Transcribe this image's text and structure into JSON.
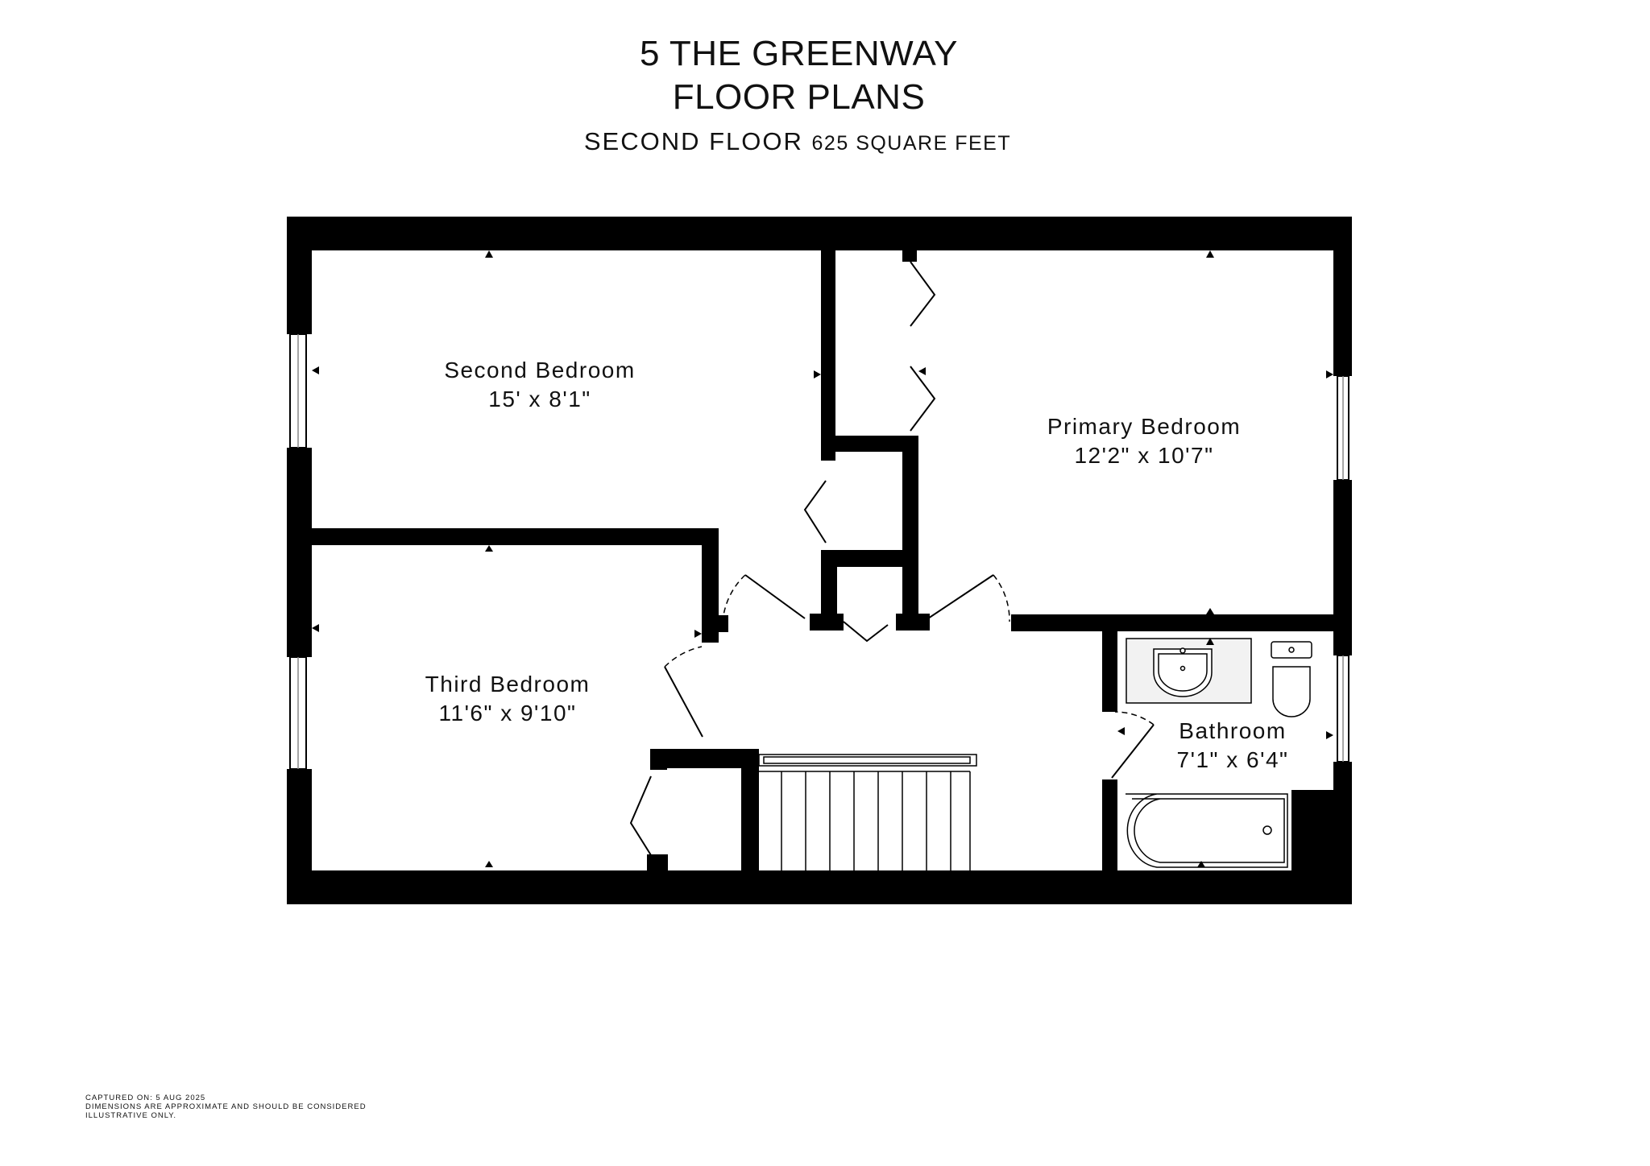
{
  "header": {
    "title_line1": "5 THE GREENWAY",
    "title_line2": "FLOOR PLANS",
    "floor_label": "SECOND FLOOR",
    "area_label": "625 SQUARE FEET"
  },
  "rooms": {
    "second_bedroom": {
      "name": "Second Bedroom",
      "dims": "15' x 8'1\""
    },
    "primary_bedroom": {
      "name": "Primary Bedroom",
      "dims": "12'2\" x 10'7\""
    },
    "third_bedroom": {
      "name": "Third Bedroom",
      "dims": "11'6\" x 9'10\""
    },
    "bathroom": {
      "name": "Bathroom",
      "dims": "7'1\" x 6'4\""
    }
  },
  "footer": {
    "line1": "CAPTURED ON: 5 AUG 2025",
    "line2": "DIMENSIONS ARE APPROXIMATE AND SHOULD BE CONSIDERED",
    "line3": "ILLUSTRATIVE ONLY."
  },
  "colors": {
    "wall": "#000000",
    "background": "#ffffff",
    "fixture_fill": "#f2f2f2"
  }
}
